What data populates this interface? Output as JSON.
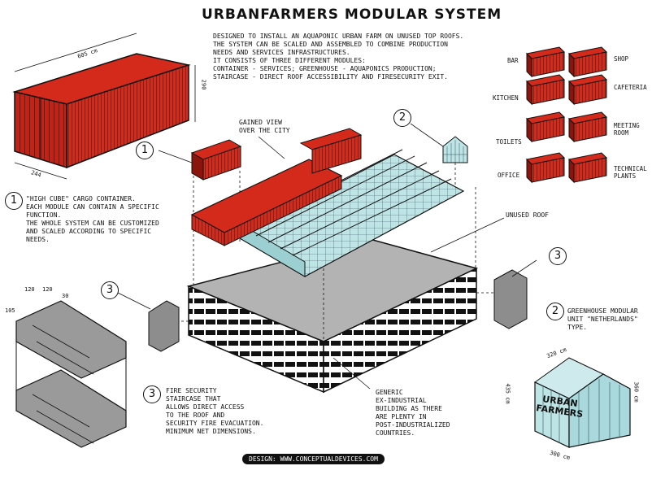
{
  "title": "URBANFARMERS MODULAR SYSTEM",
  "description": "DESIGNED TO INSTALL AN AQUAPONIC URBAN FARM ON UNUSED TOP ROOFS.\nTHE SYSTEM CAN BE SCALED AND ASSEMBLED TO COMBINE PRODUCTION\nNEEDS AND SERVICES INFRASTRUCTURES.\nIT CONSISTS OF THREE DIFFERENT MODULES:\nCONTAINER - SERVICES; GREENHOUSE - AQUAPONICS PRODUCTION;\nSTAIRCASE - DIRECT ROOF ACCESSIBILITY AND FIRESECURITY EXIT.",
  "container_dims": {
    "length": "605 cm",
    "height": "290",
    "width": "244"
  },
  "note_container": {
    "number": "1",
    "text": "\"HIGH CUBE\" CARGO CONTAINER.\nEACH MODULE CAN CONTAIN A SPECIFIC\nFUNCTION.\nTHE WHOLE SYSTEM CAN BE CUSTOMIZED\nAND SCALED ACCORDING TO SPECIFIC\nNEEDS."
  },
  "module_labels": [
    "BAR",
    "SHOP",
    "KITCHEN",
    "CAFETERIA",
    "TOILETS",
    "MEETING\nROOM",
    "OFFICE",
    "TECHNICAL\nPLANTS"
  ],
  "callouts": {
    "view": "GAINED VIEW\nOVER THE CITY",
    "roof": "UNUSED ROOF",
    "building": "GENERIC\nEX-INDUSTRIAL\nBUILDING AS THERE\nARE PLENTY IN\nPOST-INDUSTRIALIZED\nCOUNTRIES."
  },
  "diagram_numbers": [
    "1",
    "2",
    "3",
    "3"
  ],
  "stair_dims": {
    "a": "120",
    "b": "120",
    "c": "30",
    "h": "105"
  },
  "note_stairs": {
    "number": "3",
    "text": "FIRE SECURITY\nSTAIRCASE THAT\nALLOWS DIRECT ACCESS\nTO THE ROOF AND\nSECURITY FIRE EVACUATION.\nMINIMUM NET DIMENSIONS."
  },
  "note_greenhouse": {
    "number": "2",
    "text": "GREENHOUSE MODULAR\nUNIT \"NETHERLANDS\"\nTYPE."
  },
  "greenhouse_dims": {
    "top": "320 cm",
    "left": "435 cm",
    "right": "360 cm",
    "bottom": "300 cm"
  },
  "logo_text": "URBAN FARMERS",
  "footer": "DESIGN: WWW.CONCEPTUALDEVICES.COM",
  "colors": {
    "container": "#d42a1c",
    "glass": "#bfe4e6",
    "roof": "#b3b3b3",
    "ink": "#111111"
  }
}
